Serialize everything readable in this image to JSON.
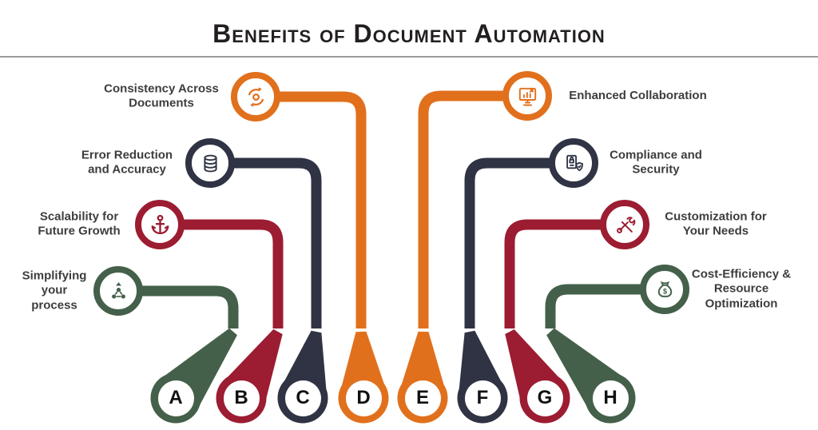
{
  "title": "Benefits of Document Automation",
  "palette": {
    "orange": "#E1701D",
    "navy": "#2F3344",
    "red": "#9C1C31",
    "green": "#44604A",
    "label_text": "#3D3D3D",
    "title_text": "#231F20",
    "divider": "#9B9B9B",
    "badge_background": "#FFFFFF",
    "badge_text": "#111111"
  },
  "items": [
    {
      "letter": "A",
      "label": "Simplifying\nyour\nprocess",
      "color": "#44604A",
      "icon": "process-pyramid-icon"
    },
    {
      "letter": "B",
      "label": "Scalability for\nFuture Growth",
      "color": "#9C1C31",
      "icon": "anchor-icon"
    },
    {
      "letter": "C",
      "label": "Error Reduction\nand Accuracy",
      "color": "#2F3344",
      "icon": "database-icon"
    },
    {
      "letter": "D",
      "label": "Consistency Across\nDocuments",
      "color": "#E1701D",
      "icon": "sync-arrows-icon"
    },
    {
      "letter": "E",
      "label": "Enhanced Collaboration",
      "color": "#E1701D",
      "icon": "monitor-chart-icon"
    },
    {
      "letter": "F",
      "label": "Compliance and\nSecurity",
      "color": "#2F3344",
      "icon": "compliance-shield-icon"
    },
    {
      "letter": "G",
      "label": "Customization for\nYour Needs",
      "color": "#9C1C31",
      "icon": "tools-icon"
    },
    {
      "letter": "H",
      "label": "Cost-Efficiency &\nResource\nOptimization",
      "color": "#44604A",
      "icon": "money-bag-icon"
    }
  ]
}
